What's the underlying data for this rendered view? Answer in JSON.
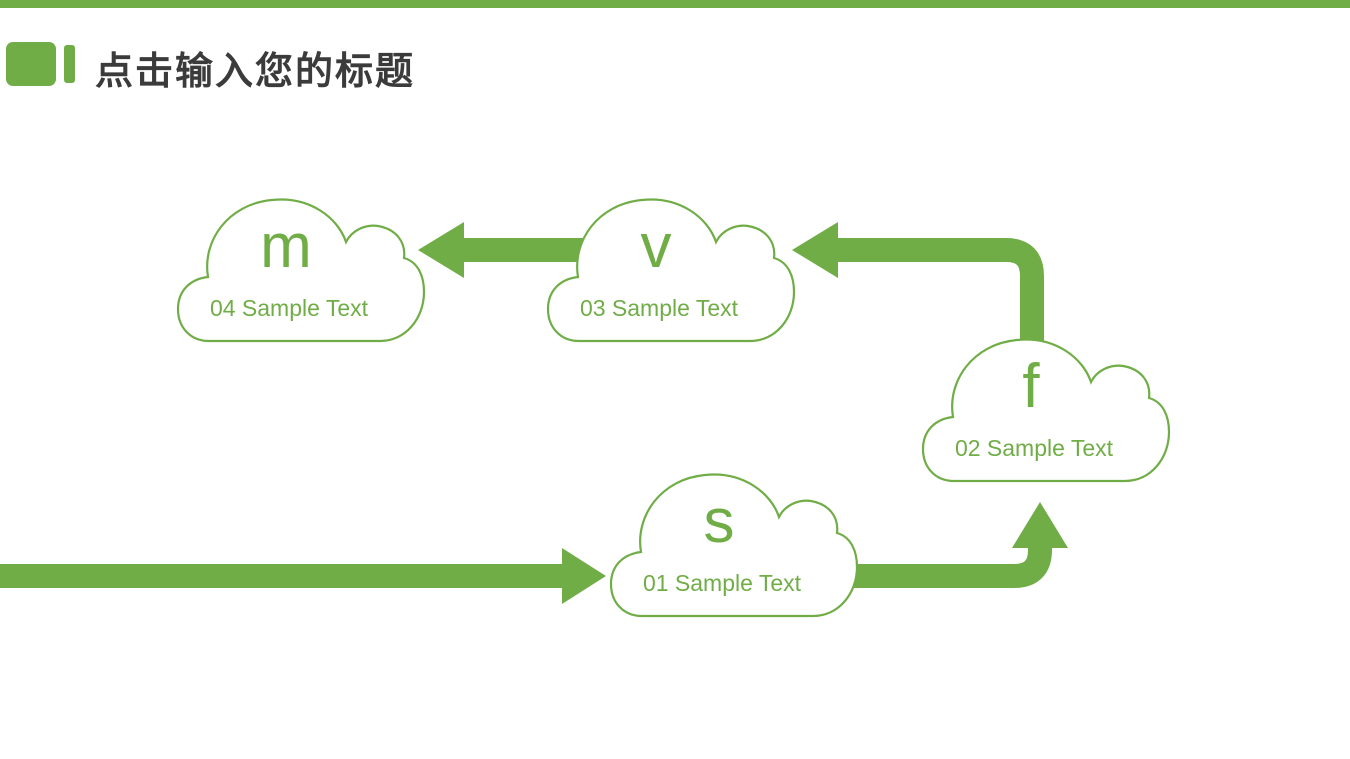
{
  "slide": {
    "title": "点击输入您的标题"
  },
  "colors": {
    "accent_green": "#70AD47",
    "title_text": "#3B3B3B",
    "background": "#FFFFFF"
  },
  "clouds": [
    {
      "number": "01",
      "letter": "s",
      "label": "01 Sample Text"
    },
    {
      "number": "02",
      "letter": "f",
      "label": "02 Sample Text"
    },
    {
      "number": "03",
      "letter": "v",
      "label": "03 Sample Text"
    },
    {
      "number": "04",
      "letter": "m",
      "label": "04 Sample Text"
    }
  ],
  "arrows": [
    {
      "name": "flow-arrow-into-01",
      "direction": "right"
    },
    {
      "name": "flow-arrow-01-to-02",
      "direction": "up"
    },
    {
      "name": "flow-arrow-02-to-03",
      "direction": "left"
    },
    {
      "name": "flow-arrow-03-to-04",
      "direction": "left"
    }
  ]
}
